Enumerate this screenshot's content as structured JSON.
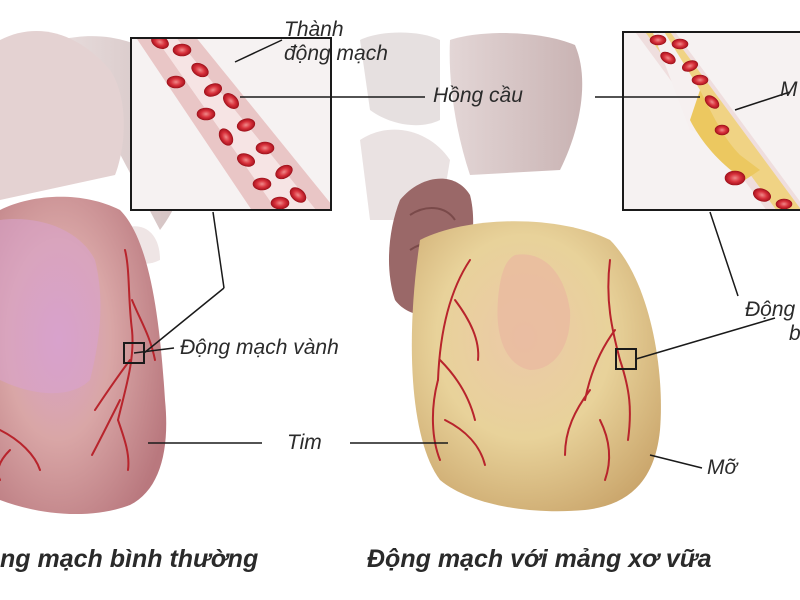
{
  "labels": {
    "artery_wall_line1": "Thành",
    "artery_wall_line2": "động mạch",
    "red_blood_cells": "Hồng cầu",
    "plaque_cut": "M",
    "coronary_artery": "Động mạch vành",
    "coronary_artery_cut_line1": "Động",
    "coronary_artery_cut_line2": "b",
    "heart": "Tim",
    "fat": "Mỡ"
  },
  "captions": {
    "left": "ng mạch bình thường",
    "right": "Động mạch với mảng xơ vữa"
  },
  "colors": {
    "heart_normal": "#d7a3a8",
    "heart_fatty": "#e8d29a",
    "blood_cell": "#d8323c",
    "plaque": "#f0d27a",
    "vessel": "#b8242c"
  }
}
